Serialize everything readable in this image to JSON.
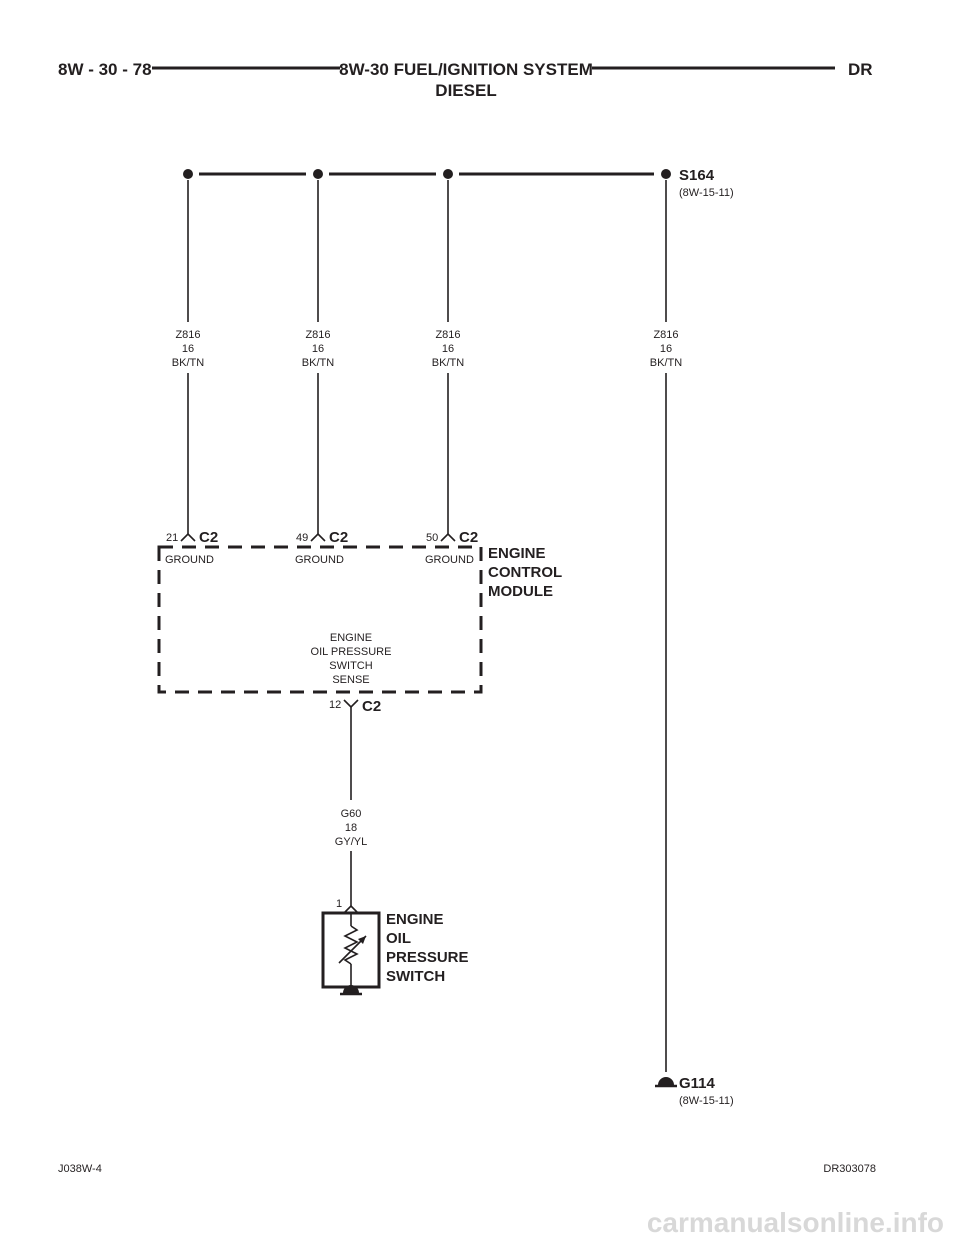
{
  "header": {
    "page_number": "8W - 30 - 78",
    "title_line1": "8W-30 FUEL/IGNITION SYSTEM",
    "title_line2": "DIESEL",
    "section_code": "DR"
  },
  "splice": {
    "id": "S164",
    "ref": "(8W-15-11)"
  },
  "ground": {
    "id": "G114",
    "ref": "(8W-15-11)"
  },
  "wires": [
    {
      "circuit": "Z816",
      "gauge": "16",
      "color": "BK/TN"
    },
    {
      "circuit": "Z816",
      "gauge": "16",
      "color": "BK/TN"
    },
    {
      "circuit": "Z816",
      "gauge": "16",
      "color": "BK/TN"
    },
    {
      "circuit": "Z816",
      "gauge": "16",
      "color": "BK/TN"
    }
  ],
  "signal_wire": {
    "circuit": "G60",
    "gauge": "18",
    "color": "GY/YL"
  },
  "ecm": {
    "name_lines": [
      "ENGINE",
      "CONTROL",
      "MODULE"
    ],
    "pins": [
      {
        "pin": "21",
        "connector": "C2",
        "function": "GROUND"
      },
      {
        "pin": "49",
        "connector": "C2",
        "function": "GROUND"
      },
      {
        "pin": "50",
        "connector": "C2",
        "function": "GROUND"
      }
    ],
    "sense_lines": [
      "ENGINE",
      "OIL PRESSURE",
      "SWITCH",
      "SENSE"
    ],
    "sense_pin": {
      "pin": "12",
      "connector": "C2"
    }
  },
  "switch": {
    "name_lines": [
      "ENGINE",
      "OIL",
      "PRESSURE",
      "SWITCH"
    ],
    "pin": "1"
  },
  "footer": {
    "left_code": "J038W-4",
    "right_code": "DR303078"
  },
  "watermark": "carmanualsonline.info",
  "colors": {
    "ink": "#231f20",
    "background": "#ffffff",
    "watermark": "#d8d8d8"
  }
}
